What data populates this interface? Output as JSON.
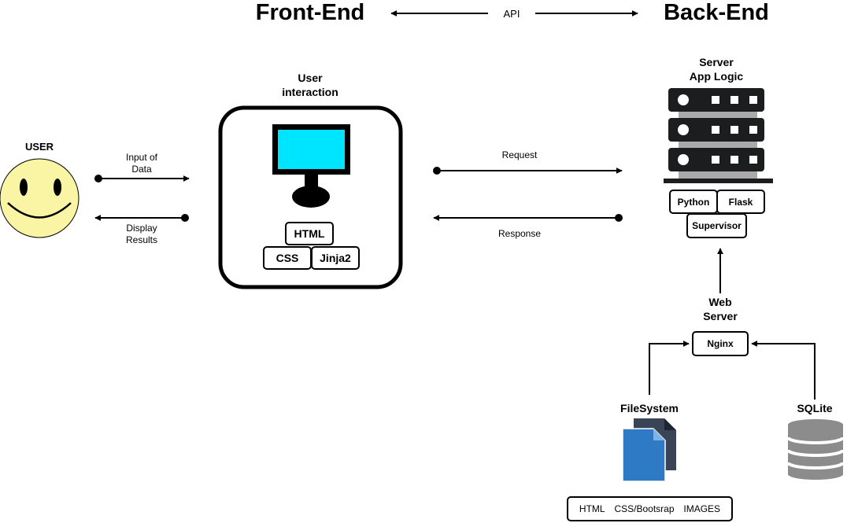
{
  "header": {
    "frontend": "Front-End",
    "api": "API",
    "backend": "Back-End"
  },
  "user": {
    "label": "USER",
    "input_label_1": "Input of",
    "input_label_2": "Data",
    "display_label_1": "Display",
    "display_label_2": "Results"
  },
  "frontend_box": {
    "title_1": "User",
    "title_2": "interaction",
    "tech": [
      "HTML",
      "CSS",
      "Jinja2"
    ]
  },
  "flow": {
    "request": "Request",
    "response": "Response"
  },
  "server": {
    "title_1": "Server",
    "title_2": "App Logic",
    "tech": [
      "Python",
      "Flask",
      "Supervisor"
    ]
  },
  "webserver": {
    "title_1": "Web",
    "title_2": "Server",
    "name": "Nginx"
  },
  "filesystem": {
    "title": "FileSystem",
    "contents": [
      "HTML",
      "CSS/Bootsrap",
      "IMAGES"
    ]
  },
  "database": {
    "title": "SQLite"
  },
  "colors": {
    "smiley": "#FAF5A5",
    "screen": "#00E5FF",
    "file_front": "#2F7AC4",
    "file_back": "#3A4457",
    "server_stripe": "#AAAAAA",
    "db_gray": "#8C8C8C"
  }
}
